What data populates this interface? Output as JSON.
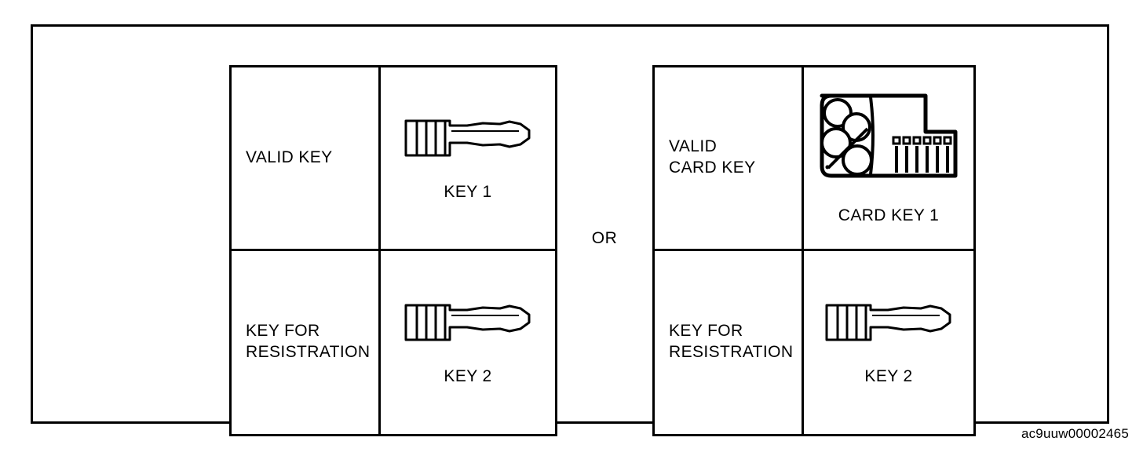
{
  "diagram": {
    "or_label": "OR",
    "watermark": "ac9uuw00002465",
    "left_table": {
      "rows": [
        {
          "label": "VALID KEY",
          "item_icon": "key-icon",
          "caption": "KEY 1"
        },
        {
          "label": "KEY FOR\nRESISTRATION",
          "item_icon": "key-icon",
          "caption": "KEY 2"
        }
      ]
    },
    "right_table": {
      "rows": [
        {
          "label": "VALID\nCARD KEY",
          "item_icon": "card-key-icon",
          "caption": "CARD KEY 1"
        },
        {
          "label": "KEY FOR\nRESISTRATION",
          "item_icon": "key-icon",
          "caption": "KEY 2"
        }
      ]
    }
  },
  "colors": {
    "line": "#000000",
    "background": "#ffffff"
  }
}
